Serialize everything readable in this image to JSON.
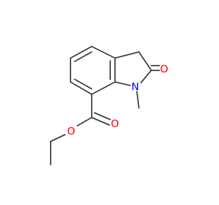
{
  "molecule": {
    "atom_labels": {
      "carbonyl_oxygen": "O",
      "ring_nitrogen": "N",
      "ester_carbonyl_oxygen": "O",
      "ester_ether_oxygen": "O"
    },
    "colors": {
      "bond": "#3a3a3a",
      "oxygen": "#ff0000",
      "nitrogen": "#0000ff",
      "background": "#ffffff"
    }
  }
}
